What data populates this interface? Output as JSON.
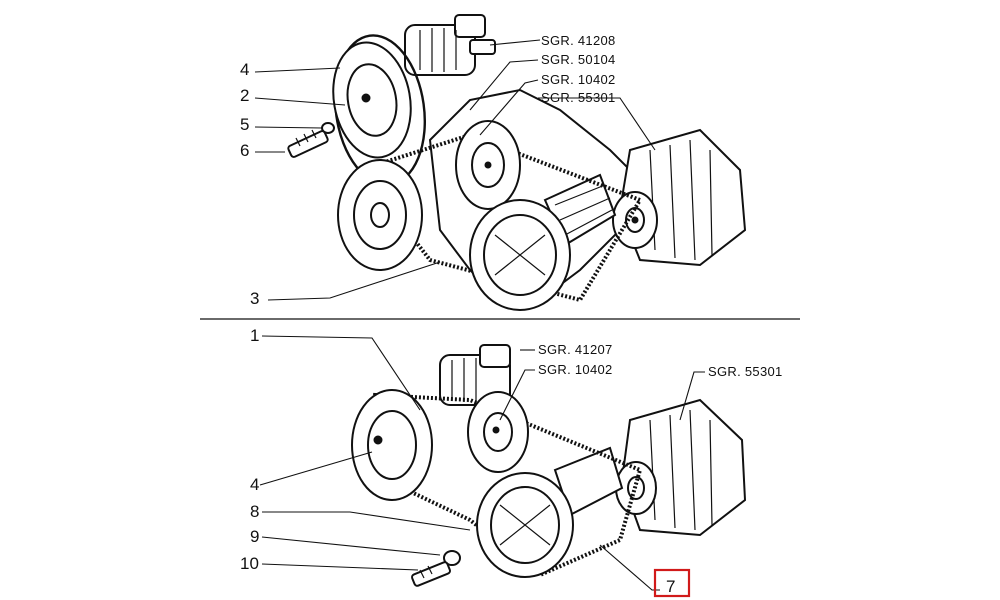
{
  "top_section": {
    "callouts": [
      "4",
      "2",
      "5",
      "6",
      "3"
    ],
    "references": [
      "SGR. 41208",
      "SGR. 50104",
      "SGR. 10402",
      "SGR. 55301"
    ]
  },
  "bottom_section": {
    "callouts": [
      "1",
      "4",
      "8",
      "9",
      "10",
      "7"
    ],
    "references": [
      "SGR. 41207",
      "SGR. 10402",
      "SGR. 55301"
    ]
  },
  "highlight": {
    "label": "7",
    "color": "#d11a1a"
  }
}
